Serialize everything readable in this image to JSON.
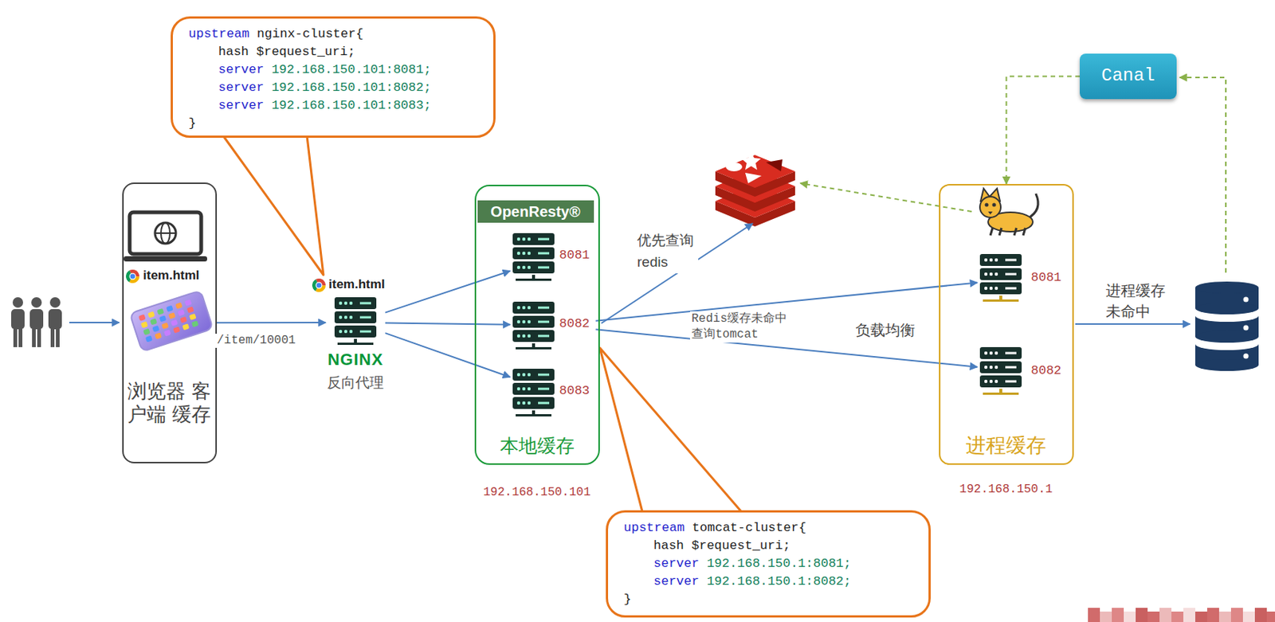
{
  "diagram": {
    "nodes": [
      {
        "text": [
          "浏览器 客户端 缓存"
        ]
      },
      {
        "text": [
          "item.html",
          "NGINX",
          "反向代理"
        ]
      },
      {
        "text": [
          "OpenResty®",
          "本地缓存",
          "192.168.150.101"
        ]
      },
      {
        "text": [
          "8081"
        ],
        "in": 2
      },
      {
        "text": [
          "8082"
        ],
        "in": 2
      },
      {
        "text": [
          "8083"
        ],
        "in": 2
      },
      {
        "text": [
          "进程缓存",
          "192.168.150.1"
        ]
      },
      {
        "text": [
          "8081"
        ],
        "in": 6
      },
      {
        "text": [
          "8082"
        ],
        "in": 6
      },
      {
        "text": [
          "Canal"
        ]
      },
      {
        "text": [
          "upstream nginx-cluster{",
          "hash $request_uri;",
          "server 192.168.150.101:8081;",
          "server 192.168.150.101:8082;",
          "server 192.168.150.101:8083;",
          "}"
        ]
      },
      {
        "text": [
          "upstream tomcat-cluster{",
          "hash $request_uri;",
          "server 192.168.150.1:8081;",
          "server 192.168.150.1:8082;",
          "}"
        ]
      }
    ],
    "edges": [
      {
        "from": 0,
        "to": 1,
        "arrow": "to",
        "label": "/item/10001"
      },
      {
        "from": 1,
        "to": 3,
        "arrow": "to"
      },
      {
        "from": 1,
        "to": 4,
        "arrow": "to"
      },
      {
        "from": 1,
        "to": 5,
        "arrow": "to"
      },
      {
        "from": 4,
        "to": 7,
        "arrow": "to",
        "label": "Redis缓存未命中 查询tomcat"
      },
      {
        "from": 4,
        "to": 8,
        "arrow": "to"
      },
      {
        "from": 9,
        "to": 6,
        "arrow": "to"
      }
    ],
    "labels": [
      "item.html",
      "优先查询 redis",
      "负载均衡",
      "进程缓存 未命中"
    ]
  }
}
